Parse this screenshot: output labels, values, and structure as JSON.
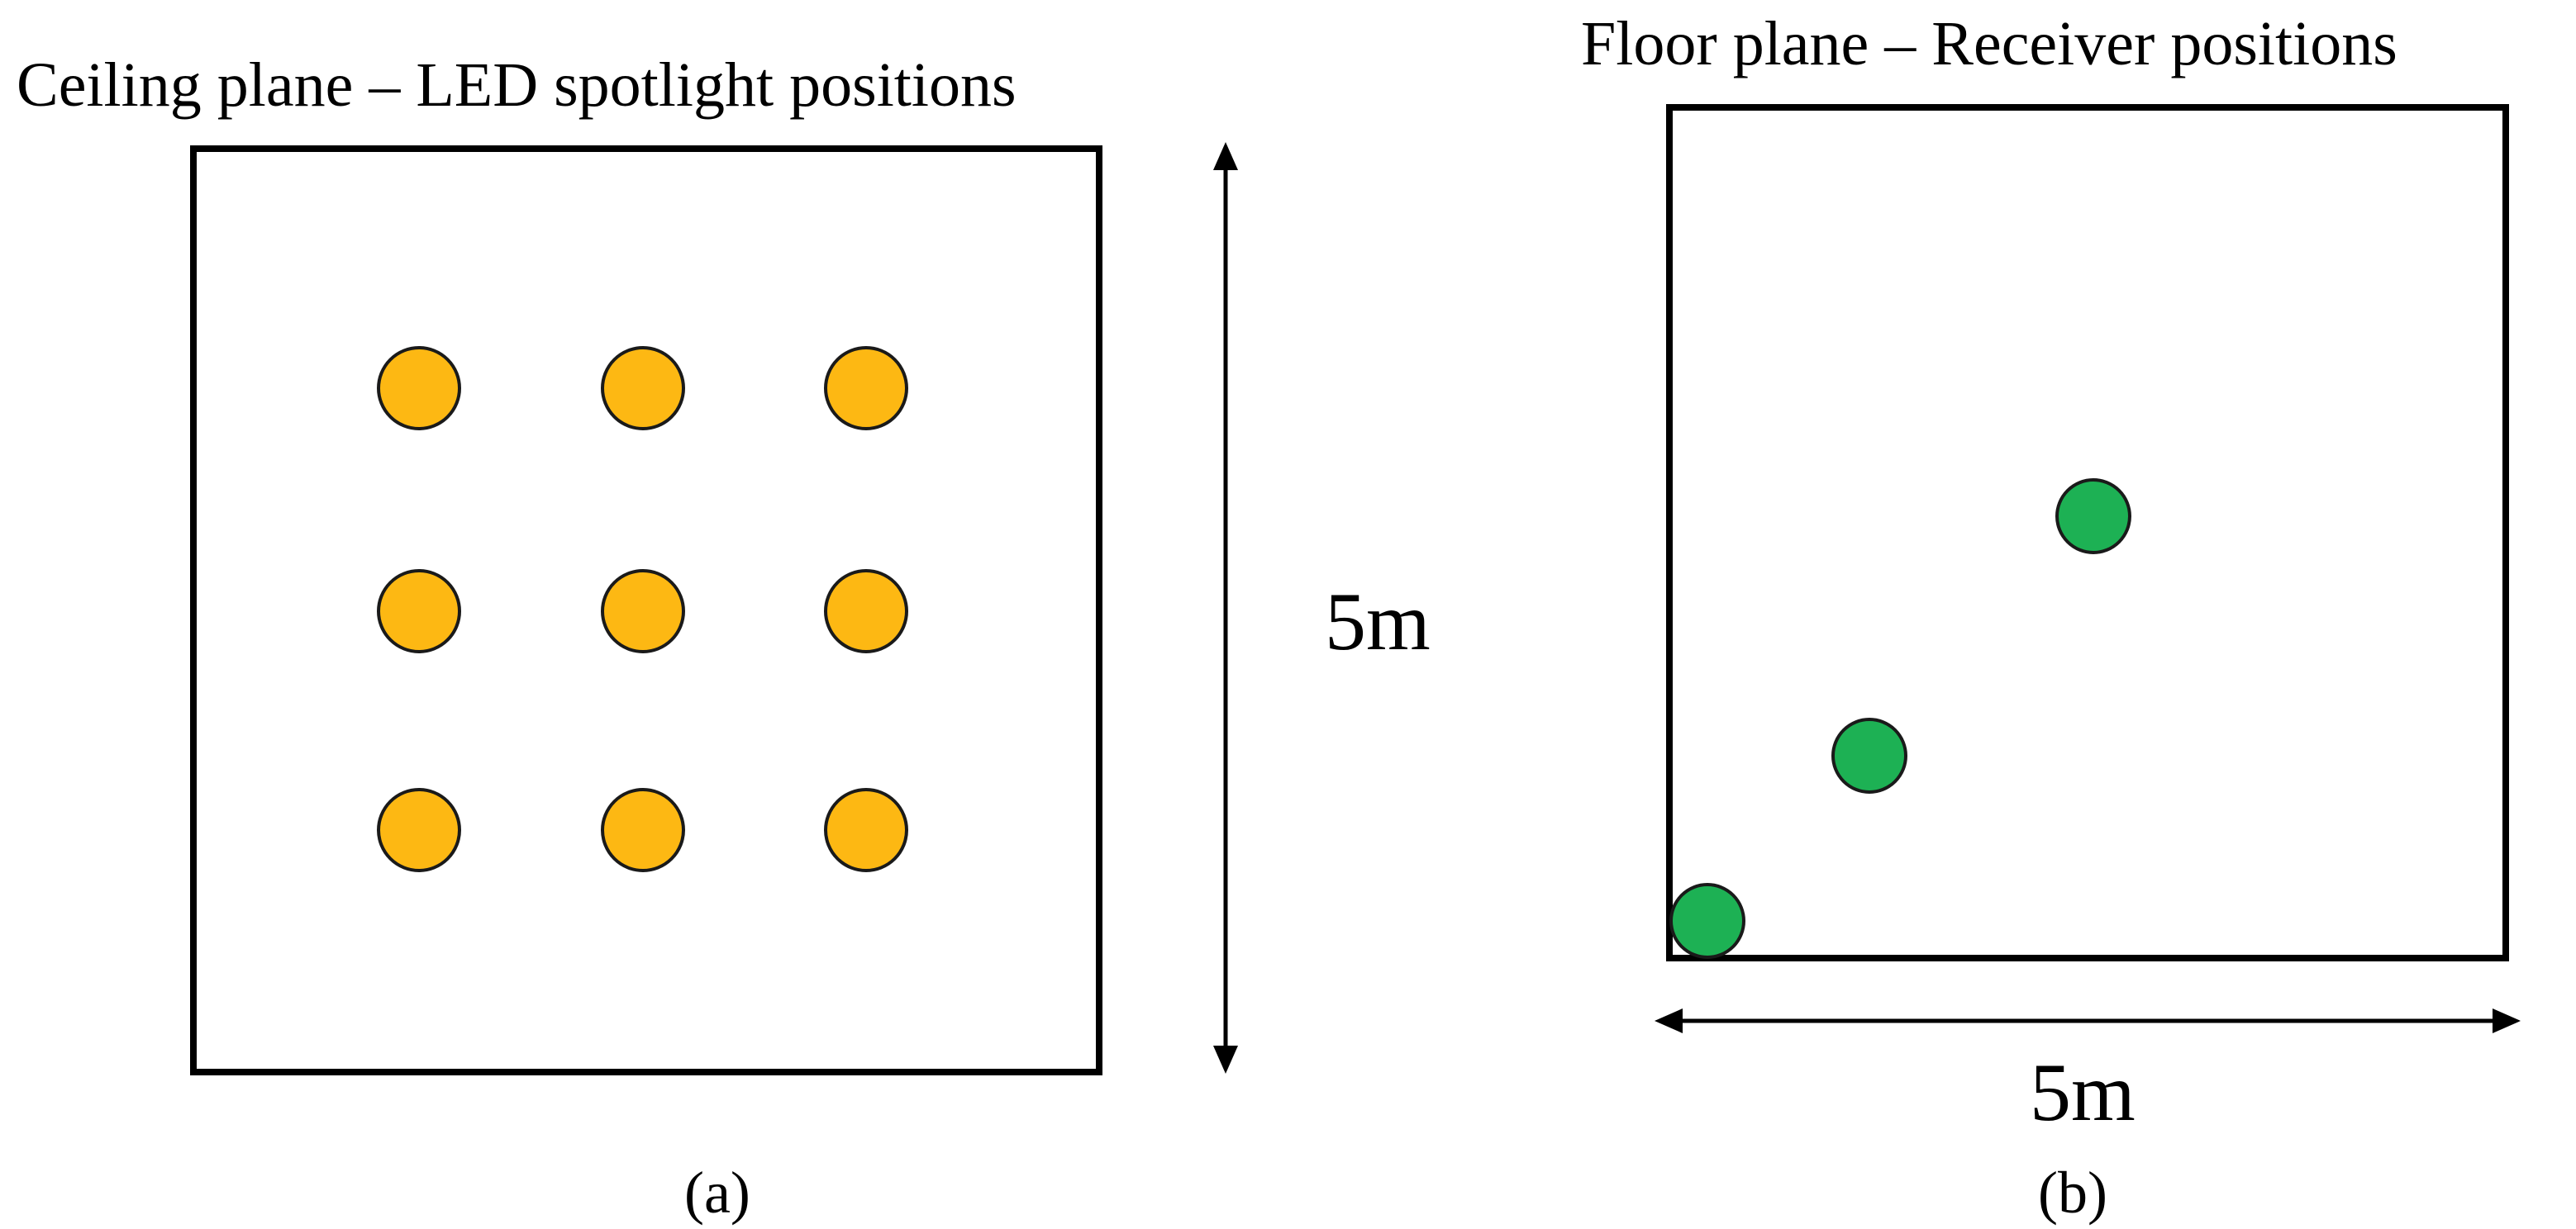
{
  "panel_a": {
    "title": "Ceiling plane – LED spotlight positions",
    "dimension_label": "5m",
    "sublabel": "(a)",
    "marker_color": "#FDB813",
    "marker_name": "led-spotlight",
    "grid": {
      "rows": 3,
      "columns": 3
    }
  },
  "panel_b": {
    "title": "Floor plane – Receiver positions",
    "dimension_label": "5m",
    "sublabel": "(b)",
    "marker_color": "#1DB154",
    "marker_name": "receiver",
    "receiver_count": 3
  }
}
